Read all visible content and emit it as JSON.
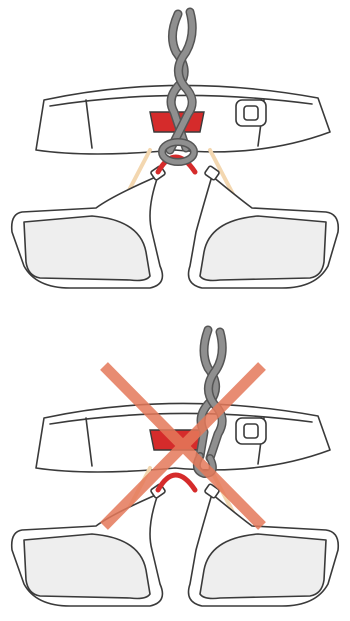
{
  "figure": {
    "panels": [
      {
        "id": "correct",
        "tie_in": "through-belay-loop",
        "crossed_out": false
      },
      {
        "id": "incorrect",
        "tie_in": "belay-loop-only",
        "crossed_out": true
      }
    ],
    "colors": {
      "outline": "#3a3a3a",
      "harness_fill": "#ffffff",
      "harness_shade": "#eeeeee",
      "belay_loop_red": "#d52b2b",
      "rope_gray": "#8f8f8f",
      "rope_dark": "#555555",
      "inner_tint": "#f3d7b0",
      "cross_salmon": "#e5795a"
    },
    "icons": [
      "climbing-harness",
      "figure-eight-knot",
      "belay-loop",
      "buckle",
      "cross-mark"
    ]
  }
}
